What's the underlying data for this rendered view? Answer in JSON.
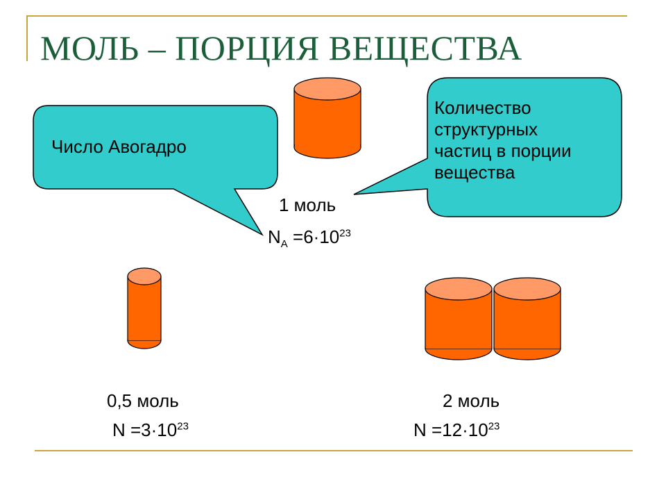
{
  "slide": {
    "title": "МОЛЬ – ПОРЦИЯ ВЕЩЕСТВА"
  },
  "callouts": {
    "avogadro": {
      "text": "Число Авогадро"
    },
    "definition": {
      "line1": "Количество",
      "line2": "структурных",
      "line3": "частиц в порции",
      "line4": "вещества"
    }
  },
  "center": {
    "amount": "1 моль",
    "formula_symbol": "N",
    "formula_sub": "A",
    "formula_eq": " =6·10",
    "formula_exp": "23"
  },
  "left": {
    "amount": "0,5 моль",
    "formula_eq": "N =3·10",
    "formula_exp": "23"
  },
  "right": {
    "amount": "2 моль",
    "formula_eq": "N =12·10",
    "formula_exp": "23"
  },
  "colors": {
    "callout_fill": "#33cccc",
    "cylinder_body": "#ff6600",
    "cylinder_top": "#ff9966",
    "title": "#1b5e3a",
    "frame": "#c9a53b"
  }
}
